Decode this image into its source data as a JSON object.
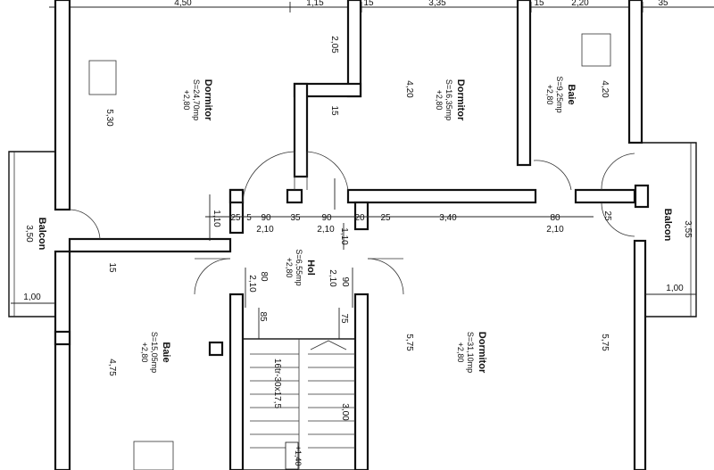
{
  "rooms": {
    "dormitor1": {
      "name": "Dormitor",
      "area": "S=24,70mp",
      "level": "+2,80"
    },
    "dormitor2": {
      "name": "Dormitor",
      "area": "S=16,35mp",
      "level": "+2,80"
    },
    "baie1": {
      "name": "Baie",
      "area": "S=9,25mp",
      "level": "+2,80"
    },
    "hol": {
      "name": "Hol",
      "area": "S=6,55mp",
      "level": "+2,80"
    },
    "baie2": {
      "name": "Baie",
      "area": "S=15,05mp",
      "level": "+2,80"
    },
    "dormitor3": {
      "name": "Dormitor",
      "area": "S=31,10mp",
      "level": "+2,80"
    },
    "balcon_left": {
      "name": "Balcon"
    },
    "balcon_right": {
      "name": "Balcon"
    }
  },
  "stair": {
    "label": "16tr-30x17,5",
    "level": "+1,40"
  },
  "dims": {
    "d_350": "350",
    "d_4_50": "4,50",
    "d_1_15": "1,15",
    "d_15_top": "15",
    "d_3_35": "3,35",
    "d_15_top2": "15",
    "d_2_20": "2,20",
    "d_35_top": "35",
    "d_2_05": "2,05",
    "d_15_mid": "15",
    "d_4_20_a": "4,20",
    "d_4_20_b": "4,20",
    "d_5_30": "5,30",
    "d_1_10": "1,10",
    "d_25_a": "25",
    "d_5": "5",
    "d_90_a": "90",
    "d_35_mid": "35",
    "d_90_b": "90",
    "d_20": "20",
    "d_25_b": "25",
    "d_3_40": "3,40",
    "d_80_a": "80",
    "d_25_c": "25",
    "d_2_10_a": "2,10",
    "d_2_10_b": "2,10",
    "d_1_10_b": "1,10",
    "d_2_10_c": "2,10",
    "d_3_50": "3,50",
    "d_3_55": "3,55",
    "d_1_00_a": "1,00",
    "d_1_00_b": "1,00",
    "d_15_left": "15",
    "d_80_b": "80",
    "d_2_10_d": "2,10",
    "d_2_10_e": "2,10",
    "d_90_c": "90",
    "d_85": "85",
    "d_75": "75",
    "d_5_75_a": "5,75",
    "d_5_75_b": "5,75",
    "d_4_75": "4,75",
    "d_3_00": "3,00"
  }
}
